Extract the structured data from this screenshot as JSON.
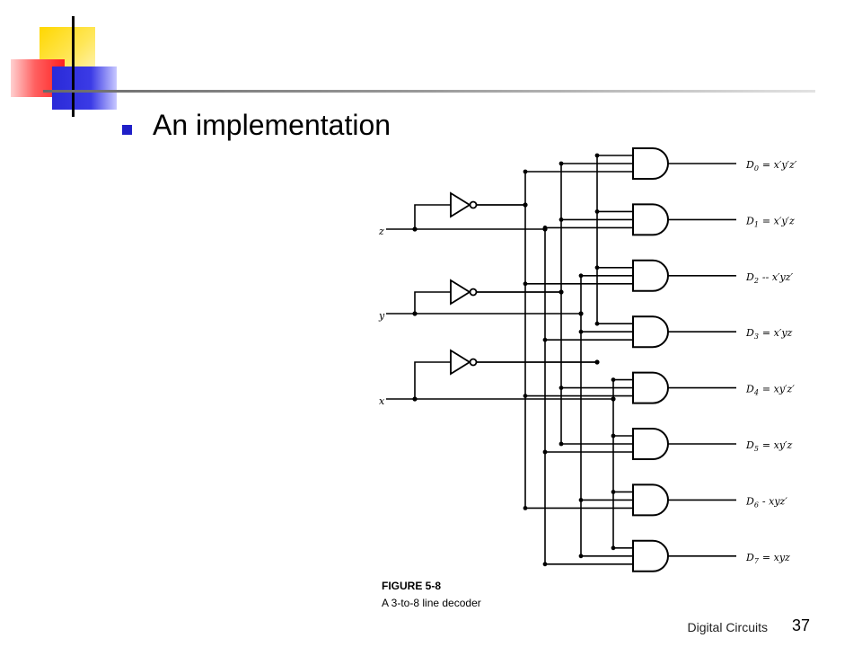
{
  "slide": {
    "bullet": "An implementation",
    "footer": "Digital Circuits",
    "page_number": "37"
  },
  "figure": {
    "title": "FIGURE 5-8",
    "caption": "A 3-to-8 line decoder",
    "inputs": [
      "z",
      "y",
      "x"
    ],
    "outputs": [
      {
        "label": "D",
        "sub": "0",
        "eq": "= x′y′z′"
      },
      {
        "label": "D",
        "sub": "1",
        "eq": "= x′y′z"
      },
      {
        "label": "D",
        "sub": "2",
        "eq": "-- x′yz′"
      },
      {
        "label": "D",
        "sub": "3",
        "eq": "= x′yz"
      },
      {
        "label": "D",
        "sub": "4",
        "eq": "= xy′z′"
      },
      {
        "label": "D",
        "sub": "5",
        "eq": "= xy′z"
      },
      {
        "label": "D",
        "sub": "6",
        "eq": "- xyz′"
      },
      {
        "label": "D",
        "sub": "7",
        "eq": "= xyz"
      }
    ]
  },
  "colors": {
    "accent_bullet": "#1f1fc8",
    "logo_yellow": "#ffd700",
    "logo_red": "#ff3030",
    "logo_blue": "#3b3be6"
  }
}
